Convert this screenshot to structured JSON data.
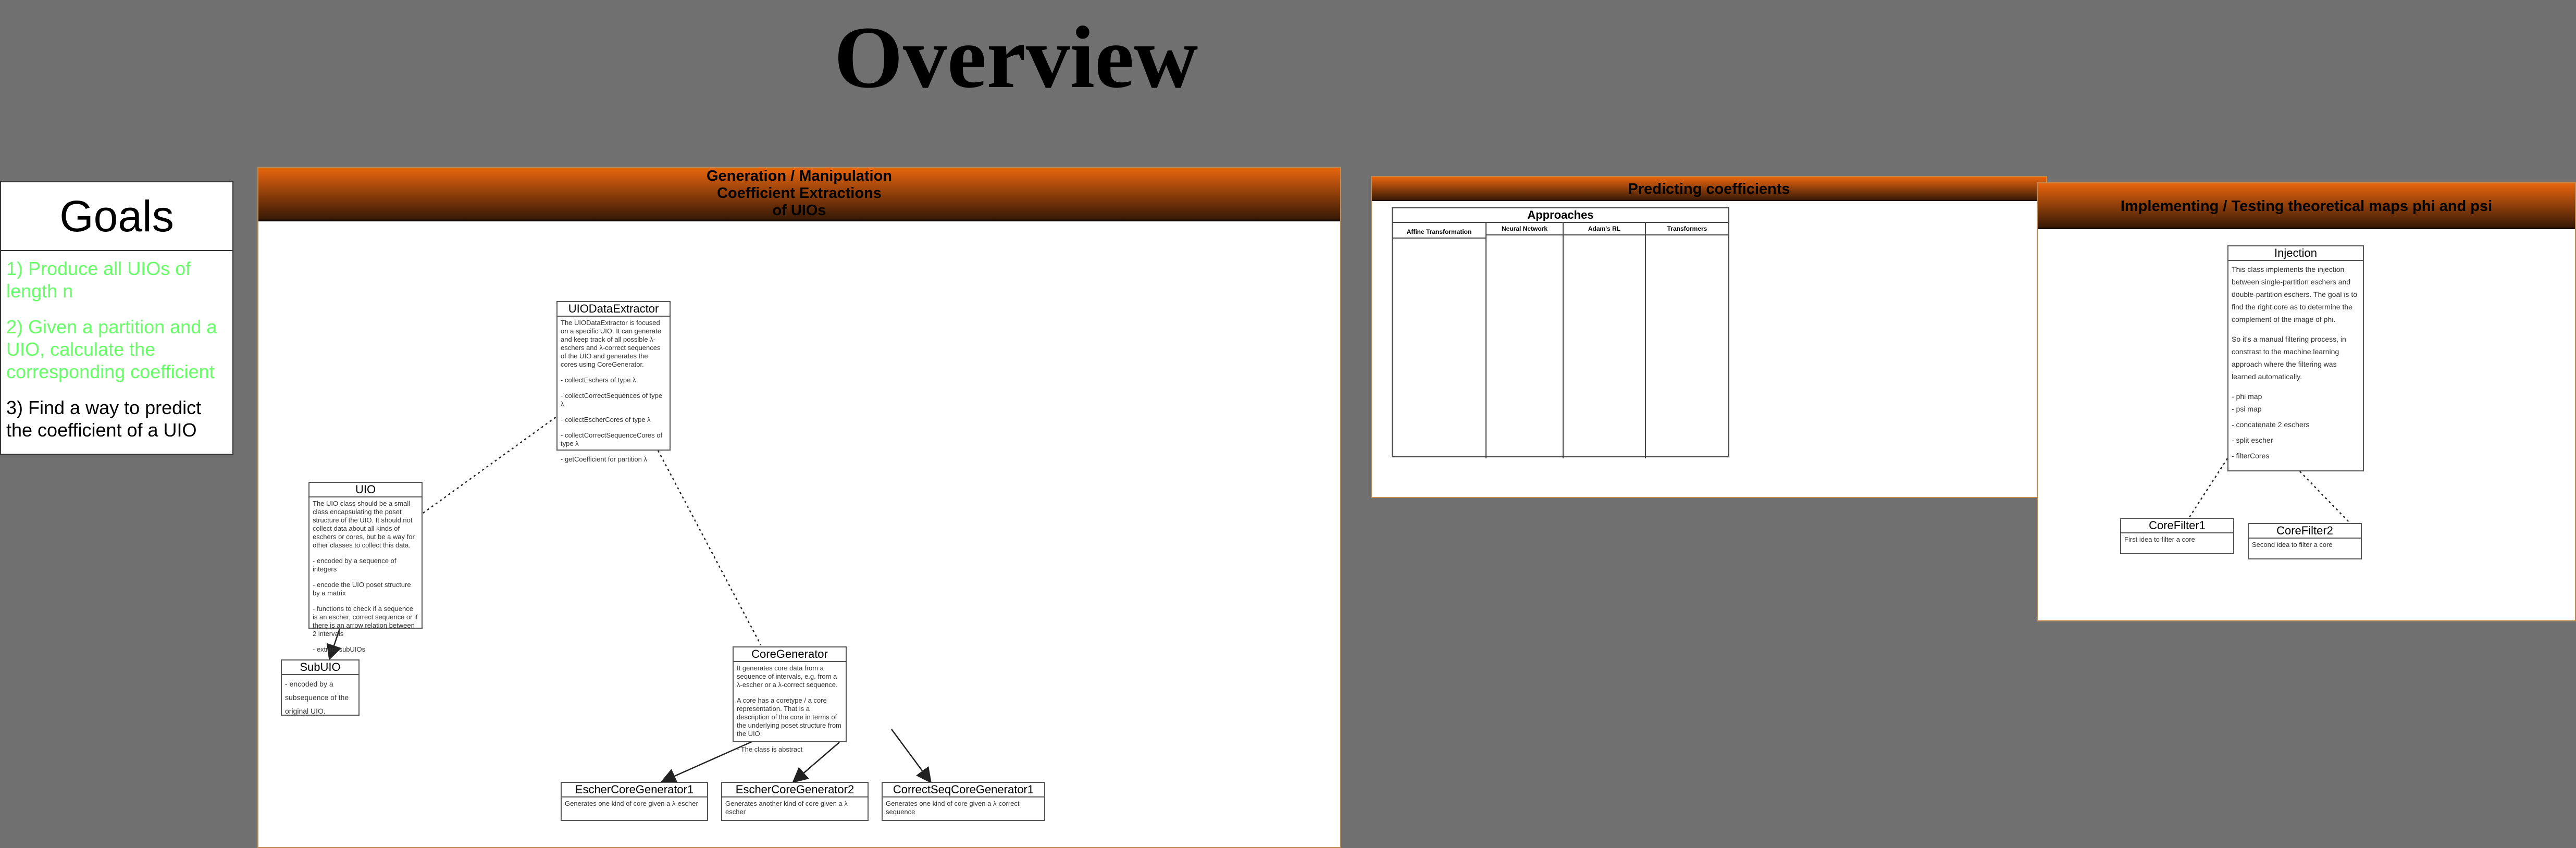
{
  "page_title": "Overview",
  "goals": {
    "heading": "Goals",
    "items": [
      "1) Produce all UIOs of length n",
      "2) Given a partition and a UIO, calculate the corresponding coefficient",
      "3) Find a way to predict the coefficient of a UIO"
    ],
    "done_color": "#66ff66"
  },
  "generation": {
    "title": "Generation /  Manipulation\nCoefficient Extractions\nof UIOs",
    "uio_data_extractor": {
      "name": "UIODataExtractor",
      "description": "The UIODataExtractor is focused on a specific UIO. It can generate and keep track of all possible λ-eschers and λ-correct sequences of the UIO and generates the cores using CoreGenerator.",
      "methods": [
        "- collectEschers of type λ",
        "- collectCorrectSequences of type λ",
        "- collectEscherCores of type λ",
        "- collectCorrectSequenceCores of type λ",
        "- getCoefficient for partition λ"
      ]
    },
    "uio": {
      "name": "UIO",
      "description": "The UIO class should be a small class encapsulating the poset structure of the UIO. It should not collect data about all kinds of eschers or cores, but be a way for other classes to collect this data.",
      "methods": [
        "- encoded by a sequence of integers",
        "- encode the UIO poset structure by a matrix",
        "- functions to check if a sequence is an escher, correct sequence or if there is an arrow relation between 2 intervals",
        "- extract subUIOs"
      ]
    },
    "sub_uio": {
      "name": "SubUIO",
      "description": "- encoded by a subsequence of the original UIO."
    },
    "core_generator": {
      "name": "CoreGenerator",
      "description": [
        "It generates core data from a sequence of intervals, e.g. from a λ-escher or a λ-correct sequence.",
        "A core has a coretype / a core representation. That is a description of the core in terms of the underlying poset structure from the UIO.",
        "- The class is abstract"
      ]
    },
    "escher_core_generator1": {
      "name": "EscherCoreGenerator1",
      "description": "Generates one kind of core given a λ-escher"
    },
    "escher_core_generator2": {
      "name": "EscherCoreGenerator2",
      "description": "Generates another kind of core given a λ-escher"
    },
    "correct_seq_core_generator1": {
      "name": "CorrectSeqCoreGenerator1",
      "description": "Generates one kind of core given a λ-correct sequence"
    }
  },
  "predicting": {
    "title": "Predicting coefficients",
    "approaches_title": "Approaches",
    "columns": [
      "Affine Transformation",
      "Neural Network",
      "Adam's RL",
      "Transformers"
    ]
  },
  "implementing": {
    "title": "Implementing / Testing theoretical maps phi and psi",
    "injection": {
      "name": "Injection",
      "description": [
        "This class implements the injection between single-partition eschers and double-partition eschers. The goal is to find the right core as to determine the complement of the image of phi.",
        "So it's a manual filtering process, in constrast to the machine learning approach where the filtering was learned automatically."
      ],
      "methods": [
        "- phi map",
        "- psi map",
        "- concatenate 2 eschers",
        "- split escher",
        "- filterCores"
      ]
    },
    "core_filter1": {
      "name": "CoreFilter1",
      "description": "First idea to filter a core"
    },
    "core_filter2": {
      "name": "CoreFilter2",
      "description": "Second idea to filter a core"
    }
  }
}
